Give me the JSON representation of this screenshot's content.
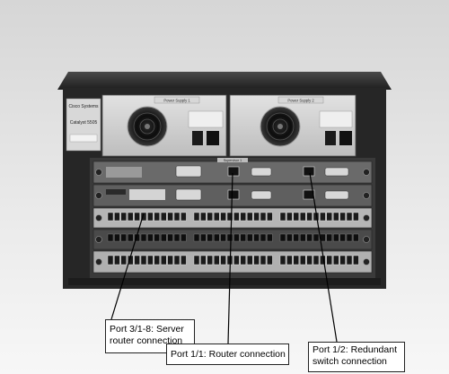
{
  "diagram": {
    "chassis": {
      "brand": "Cisco Systems",
      "model": "Catalyst 5505",
      "power_supply_1_label": "Power Supply 1",
      "power_supply_2_label": "Power Supply 2",
      "supervisor_label": "Supervisor 1"
    },
    "callouts": [
      {
        "line1": "Port 3/1-8: Server",
        "line2": "router connection"
      },
      {
        "line1": "Port 1/1: Router connection",
        "line2": ""
      },
      {
        "line1": "Port 1/2: Redundant",
        "line2": "switch connection"
      }
    ],
    "colors": {
      "background_top": "#d9d9d9",
      "background_bottom": "#f4f4f4",
      "chassis_dark": "#2b2b2b",
      "panel_light": "#cfcfcf",
      "callout_border": "#222222"
    }
  }
}
